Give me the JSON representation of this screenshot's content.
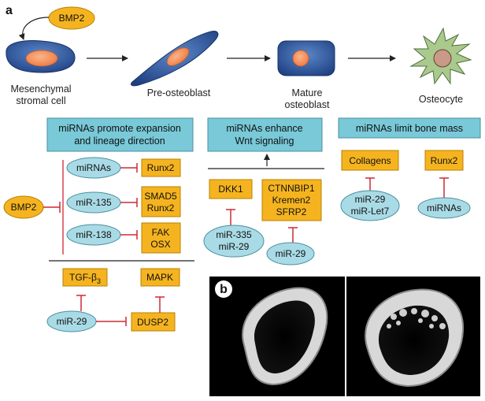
{
  "panel_a_label": "a",
  "panel_b_label": "b",
  "colors": {
    "header_fill": "#79c9d8",
    "box_fill": "#f5b41f",
    "ellipse_fill": "#a9dbe6",
    "bmp2_fill": "#f5b41f",
    "inhibit": "#cc2a36",
    "cell_outline": "#1a3c6e",
    "nucleus": "#f39363",
    "osteocyte_fill": "#a9c98d",
    "osteocyte_nucleus": "#c99a88"
  },
  "lineage": {
    "bmp2": "BMP2",
    "cells": [
      {
        "label_line1": "Mesenchymal",
        "label_line2": "stromal cell"
      },
      {
        "label_line1": "Pre-osteoblast",
        "label_line2": ""
      },
      {
        "label_line1": "Mature",
        "label_line2": "osteoblast"
      },
      {
        "label_line1": "Osteocyte",
        "label_line2": ""
      }
    ]
  },
  "headers": {
    "expansion_line1": "miRNAs promote expansion",
    "expansion_line2": "and lineage direction",
    "wnt_line1": "miRNAs enhance",
    "wnt_line2": "Wnt signaling",
    "limit": "miRNAs limit bone mass"
  },
  "expansion": {
    "bmp2": "BMP2",
    "mirs": [
      "miRNAs",
      "miR-135",
      "miR-138"
    ],
    "targets": [
      {
        "line1": "Runx2",
        "line2": ""
      },
      {
        "line1": "SMAD5",
        "line2": "Runx2"
      },
      {
        "line1": "FAK",
        "line2": "OSX"
      }
    ],
    "tgf_prefix": "TGF-β",
    "tgf_sub": "3",
    "mapk": "MAPK",
    "mir29": "miR-29",
    "dusp2": "DUSP2"
  },
  "wnt": {
    "dkk1": "DKK1",
    "antagonists": [
      "CTNNBIP1",
      "Kremen2",
      "SFRP2"
    ],
    "mir_left_1": "miR-335",
    "mir_left_2": "miR-29",
    "mir_right": "miR-29"
  },
  "limit": {
    "collagens": "Collagens",
    "runx2": "Runx2",
    "mir_left_1": "miR-29",
    "mir_left_2": "miR-Let7",
    "mir_right": "miRNAs"
  }
}
